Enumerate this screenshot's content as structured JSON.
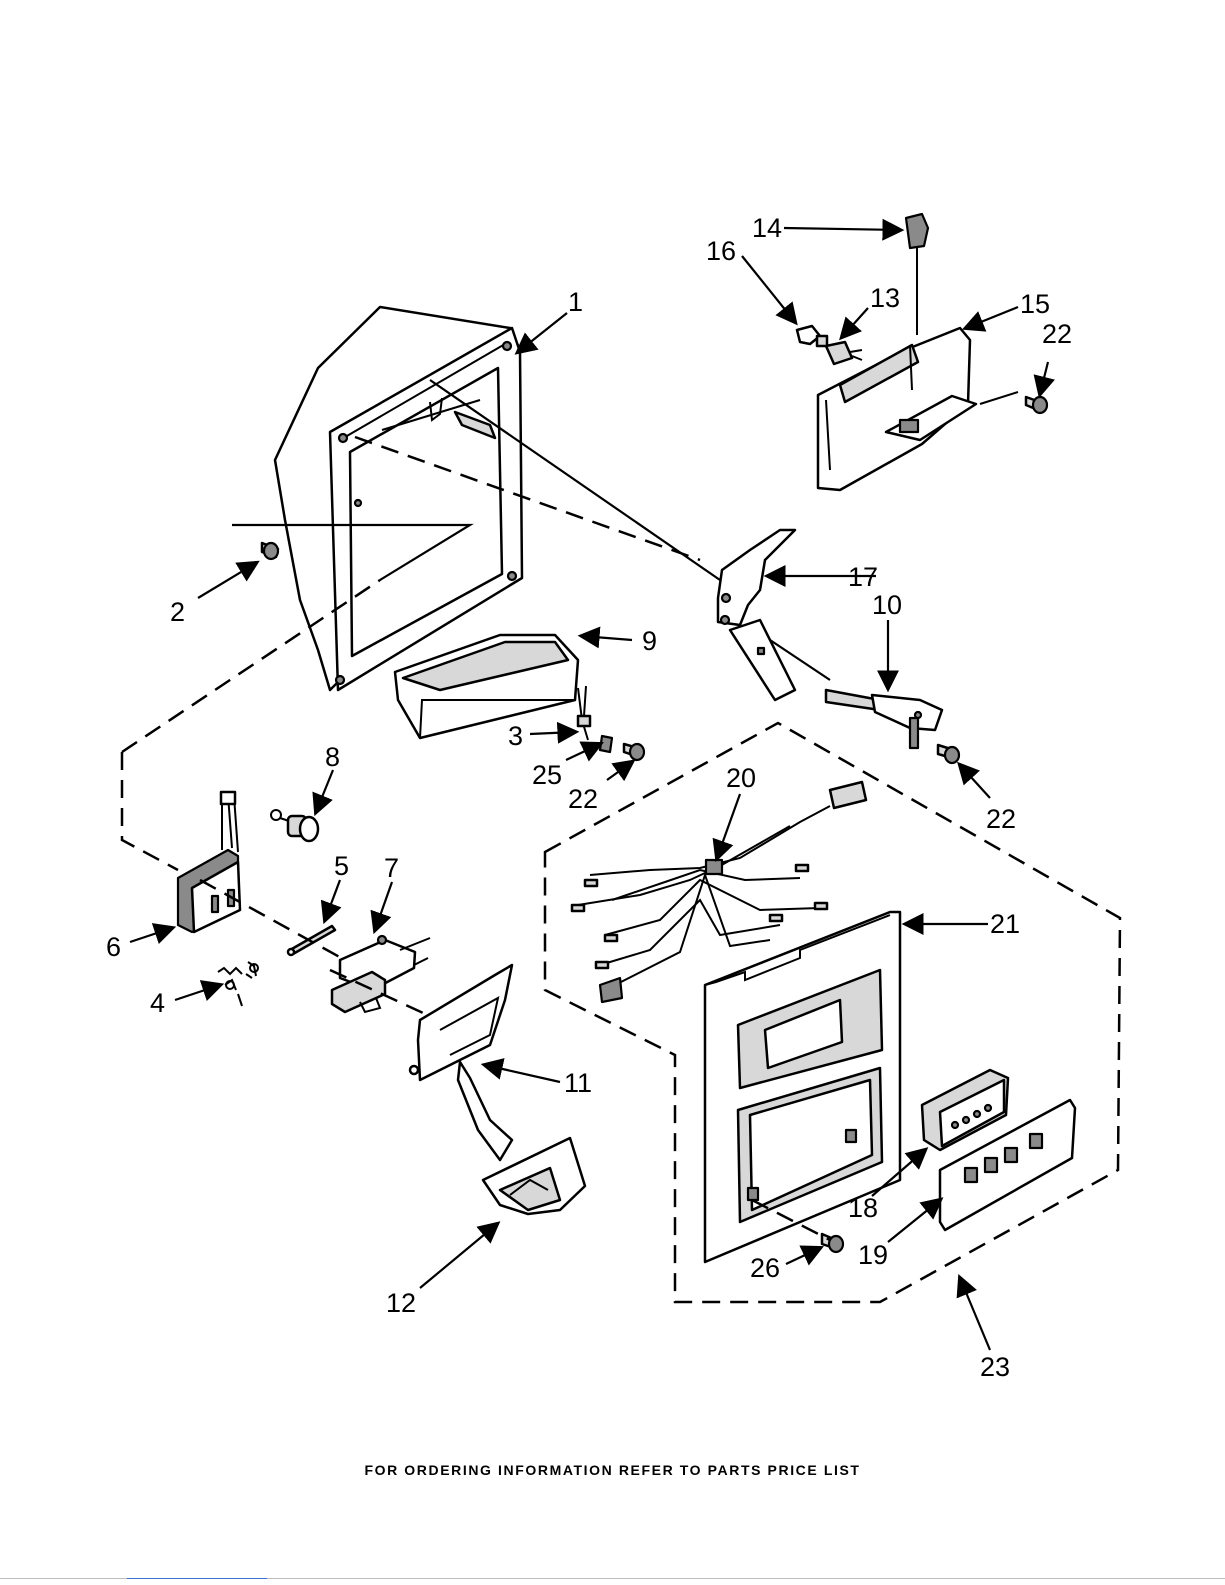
{
  "footer": {
    "text": "FOR ORDERING INFORMATION REFER TO PARTS PRICE LIST"
  },
  "callouts": [
    "1",
    "2",
    "3",
    "4",
    "5",
    "6",
    "7",
    "8",
    "9",
    "10",
    "11",
    "12",
    "13",
    "14",
    "15",
    "16",
    "17",
    "18",
    "19",
    "20",
    "21",
    "22",
    "22",
    "22",
    "23",
    "25",
    "26"
  ]
}
